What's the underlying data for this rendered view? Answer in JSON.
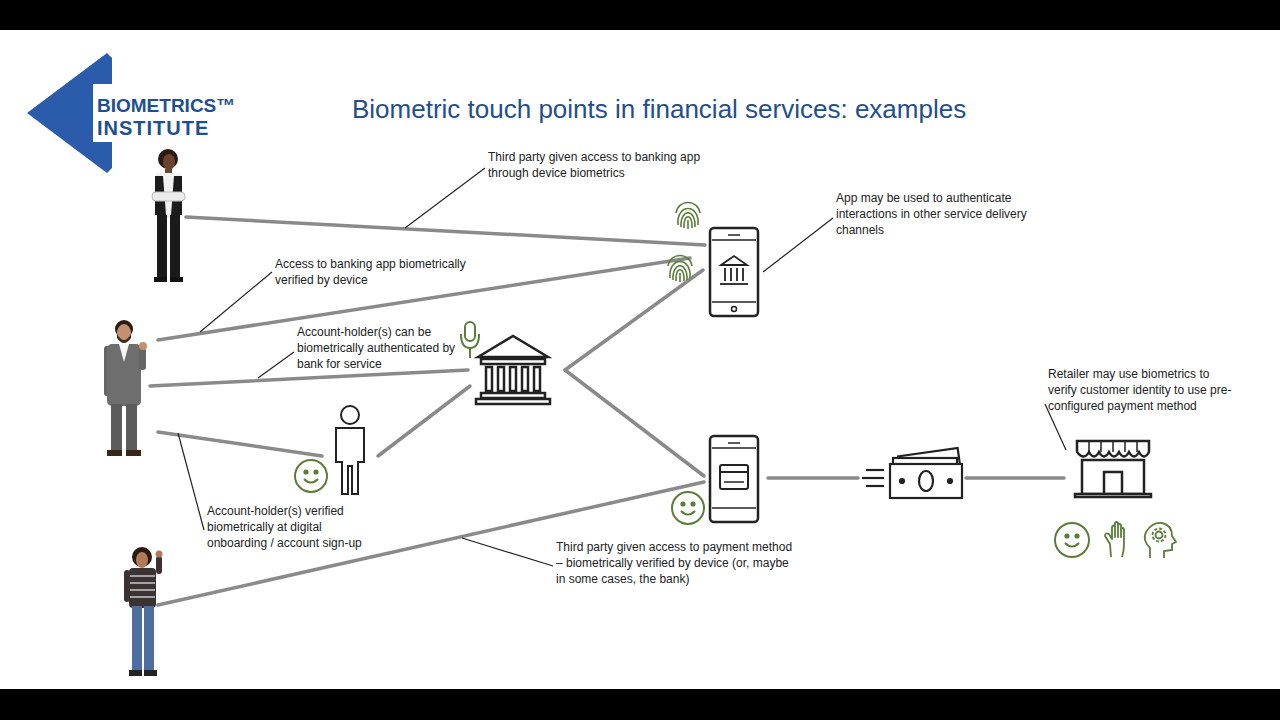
{
  "diagram": {
    "title": "Biometric touch points in financial services: examples",
    "labels": [
      "BIOMETRICS™",
      "INSTITUTE",
      "Third party given access to banking app through device biometrics",
      "App may be used to authenticate interactions in other service delivery channels",
      "Access to banking app biometrically verified by device",
      "Account-holder(s) can be biometrically authenticated by bank for service",
      "Retailer may use biometrics to verify customer identity to use pre-configured payment method",
      "Account-holder(s) verified biometrically at digital onboarding / account sign-up",
      "Third party given access to payment method – biometrically verified by device (or, maybe in some cases, the bank)"
    ]
  }
}
